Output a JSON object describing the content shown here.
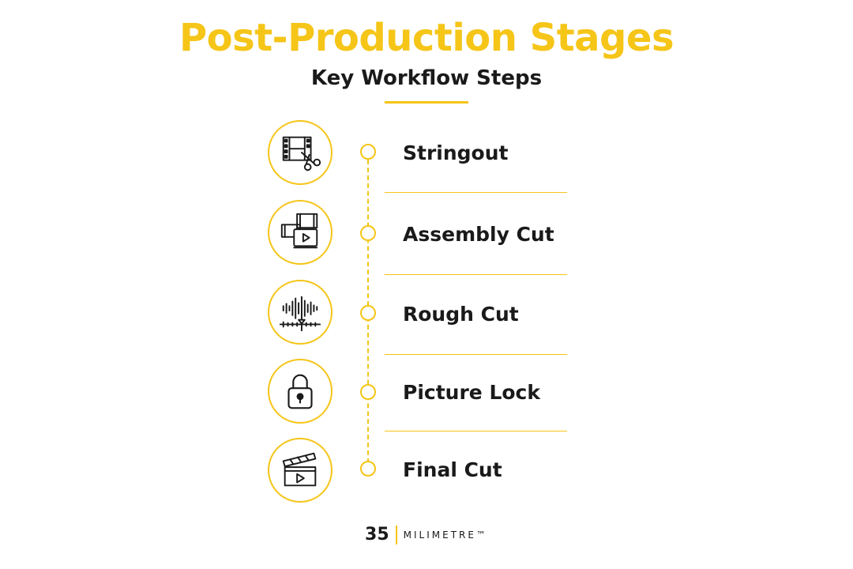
{
  "header": {
    "title": "Post-Production Stages",
    "subtitle": "Key Workflow Steps"
  },
  "steps": [
    {
      "label": "Stringout",
      "icon": "film-scissors-icon"
    },
    {
      "label": "Assembly Cut",
      "icon": "film-play-icon"
    },
    {
      "label": "Rough Cut",
      "icon": "waveform-timeline-icon"
    },
    {
      "label": "Picture Lock",
      "icon": "padlock-icon"
    },
    {
      "label": "Final Cut",
      "icon": "clapperboard-play-icon"
    }
  ],
  "footer": {
    "logo_number": "35",
    "logo_text": "MILIMETRE™"
  },
  "colors": {
    "accent": "#F5C518",
    "text": "#1a1a1a",
    "background": "#ffffff"
  }
}
